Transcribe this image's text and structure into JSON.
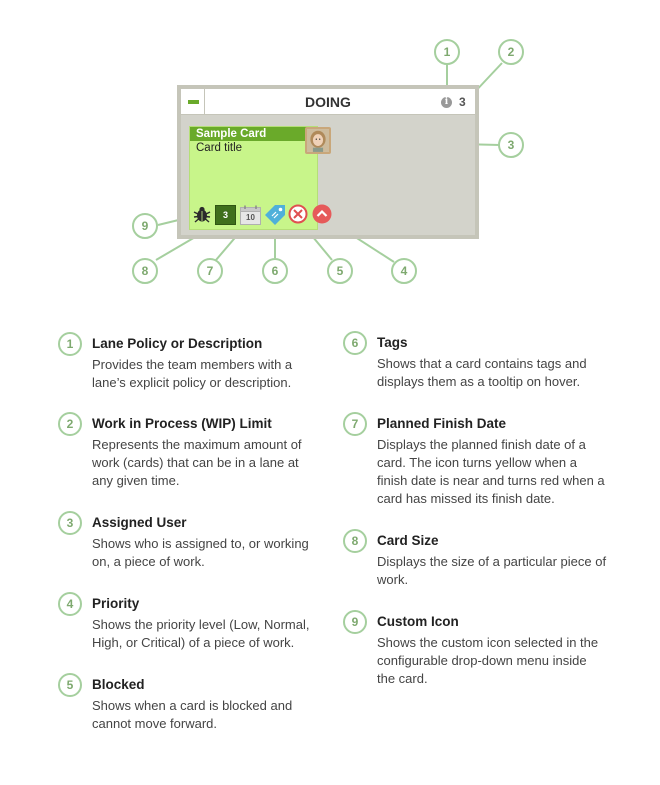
{
  "lane": {
    "title": "DOING",
    "wip_limit": "3",
    "info_icon_glyph": "i"
  },
  "card": {
    "header": "Sample Card",
    "title": "Card title",
    "color": "#c8f58a",
    "header_color": "#6aaa2a",
    "card_size": "3",
    "planned_finish_day": "10"
  },
  "icons": {
    "custom": "bug-icon",
    "size": "card-size-badge",
    "finish_date": "calendar-icon",
    "tags": "tag-icon",
    "blocked": "blocked-icon",
    "priority": "priority-up-icon"
  },
  "callouts": [
    "1",
    "2",
    "3",
    "4",
    "5",
    "6",
    "7",
    "8",
    "9"
  ],
  "accent_color": "#a5cf9e",
  "legend": [
    {
      "number": "1",
      "title": "Lane Policy or Description",
      "description": "Provides the team members with a lane’s explicit policy or description."
    },
    {
      "number": "2",
      "title": "Work in Process (WIP) Limit",
      "description": "Represents the maximum amount of work (cards) that can be in a lane at any given time."
    },
    {
      "number": "3",
      "title": "Assigned User",
      "description": "Shows who is assigned to, or working on, a piece of work."
    },
    {
      "number": "4",
      "title": "Priority",
      "description": "Shows the priority level (Low, Normal, High, or Critical) of a piece of work."
    },
    {
      "number": "5",
      "title": "Blocked",
      "description": "Shows when a card is blocked and cannot move forward."
    },
    {
      "number": "6",
      "title": "Tags",
      "description": "Shows that a card contains tags and displays them as a tooltip on hover."
    },
    {
      "number": "7",
      "title": "Planned Finish Date",
      "description": "Displays the planned finish date of a card. The icon turns yellow when a finish date is near and turns red when a card has missed its finish date."
    },
    {
      "number": "8",
      "title": "Card Size",
      "description": "Displays the size of a particular piece of work."
    },
    {
      "number": "9",
      "title": "Custom Icon",
      "description": "Shows the custom icon selected in the configurable drop-down menu inside the card."
    }
  ]
}
